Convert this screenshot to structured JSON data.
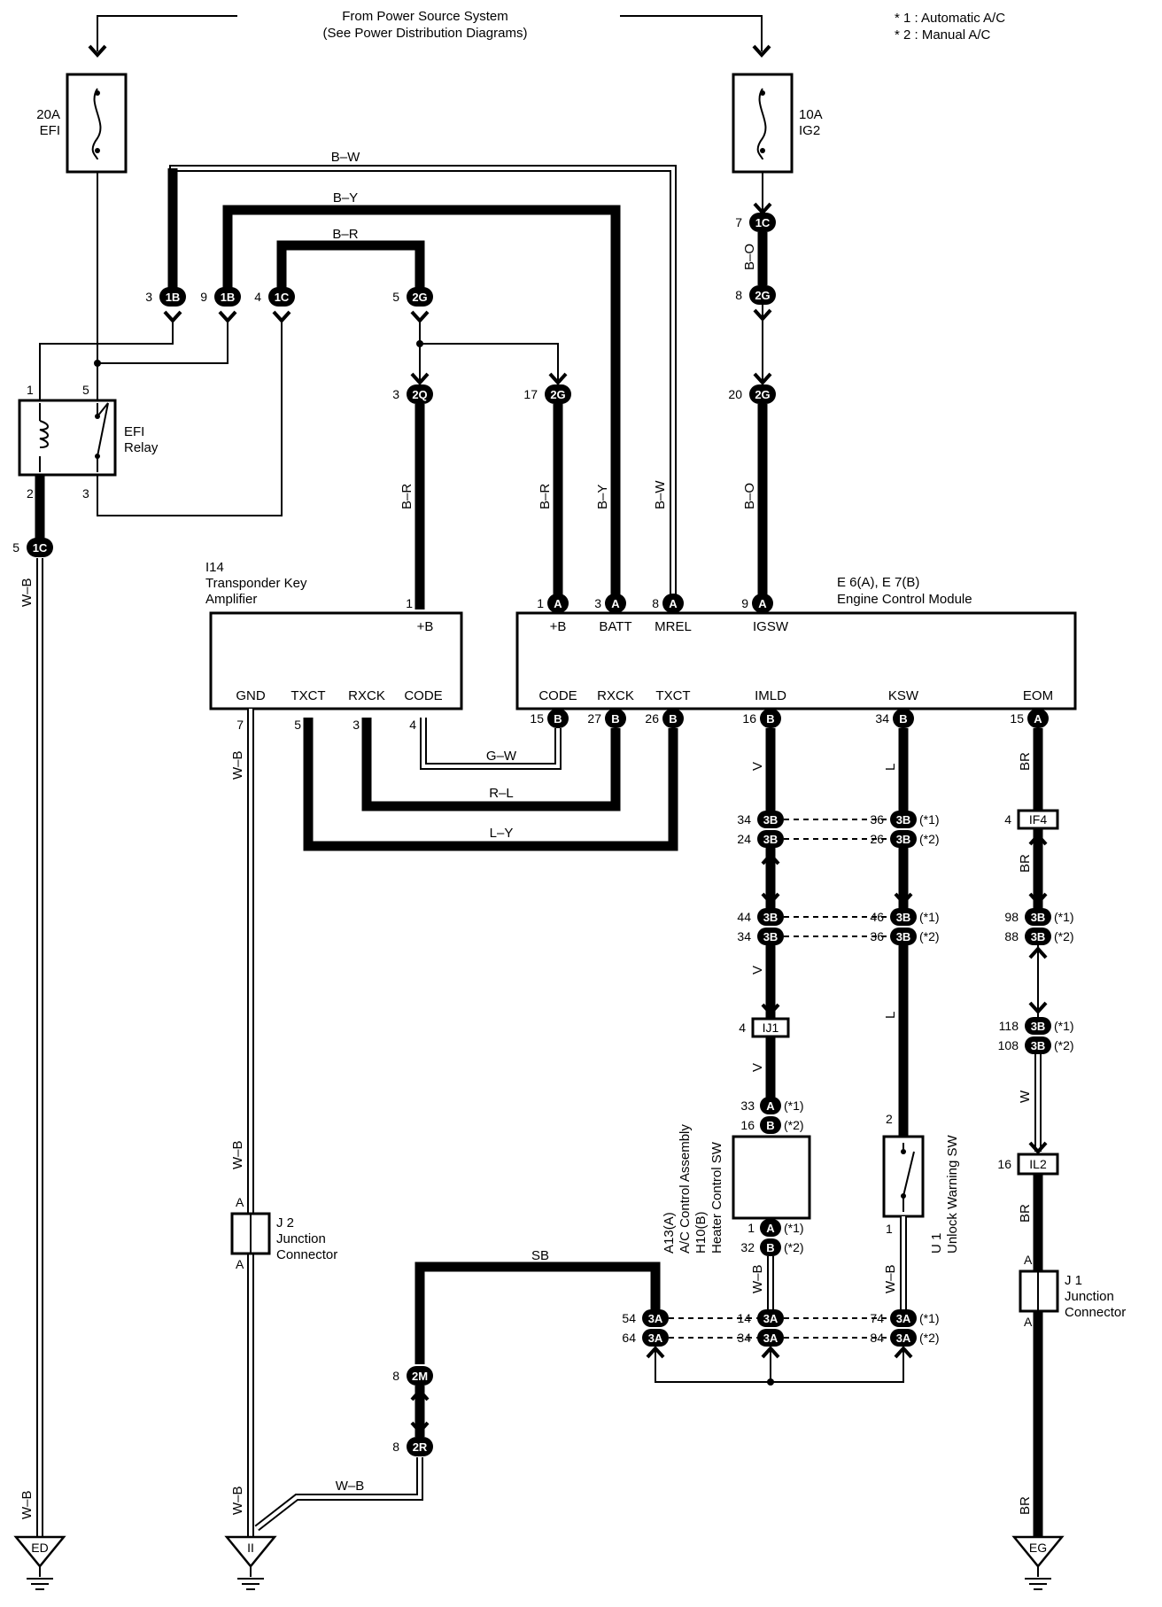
{
  "header": {
    "source_line1": "From Power Source System",
    "source_line2": "(See Power Distribution Diagrams)",
    "note1": "* 1 : Automatic A/C",
    "note2": "* 2 : Manual A/C"
  },
  "fuses": [
    {
      "amp": "20A",
      "name": "EFI"
    },
    {
      "amp": "10A",
      "name": "IG2"
    }
  ],
  "relay": {
    "name_line1": "EFI",
    "name_line2": "Relay",
    "pins": [
      "1",
      "5",
      "2",
      "3"
    ]
  },
  "amplifier": {
    "id": "I14",
    "name_line1": "Transponder Key",
    "name_line2": "Amplifier",
    "terminals": {
      "top": "+B",
      "gnd": "GND",
      "txct": "TXCT",
      "rxck": "RXCK",
      "code": "CODE"
    },
    "pins": {
      "b": "1",
      "gnd": "7",
      "txct": "5",
      "rxck": "3",
      "code": "4"
    }
  },
  "ecm": {
    "id": "E 6(A), E 7(B)",
    "name": "Engine Control Module",
    "top_terminals": [
      "+B",
      "BATT",
      "MREL",
      "IGSW"
    ],
    "top_pins": [
      "1",
      "3",
      "8",
      "9"
    ],
    "bottom_terminals": [
      "CODE",
      "RXCK",
      "TXCT",
      "IMLD",
      "KSW",
      "EOM"
    ],
    "bottom_pins": [
      "15",
      "27",
      "26",
      "16",
      "34",
      "15"
    ]
  },
  "wires": {
    "bw": "B–W",
    "by": "B–Y",
    "br": "B–R",
    "bo": "B–O",
    "wb": "W–B",
    "gw": "G–W",
    "rl": "R–L",
    "ly": "L–Y",
    "v": "V",
    "l": "L",
    "brn": "BR",
    "w": "W",
    "sb": "SB"
  },
  "connectors": {
    "c1B": "1B",
    "c1C": "1C",
    "c2G": "2G",
    "c2Q": "2Q",
    "cA": "A",
    "cB": "B",
    "c3B": "3B",
    "c3A": "3A",
    "cIF4": "IF4",
    "cIJ1": "IJ1",
    "cIL2": "IL2",
    "c2M": "2M",
    "c2R": "2R"
  },
  "pin_numbers": {
    "p3": "3",
    "p9": "9",
    "p4": "4",
    "p5": "5",
    "p7": "7",
    "p8": "8",
    "p17": "17",
    "p20": "20",
    "p34": "34",
    "p24": "24",
    "p36": "36",
    "p26": "26",
    "p44": "44",
    "p46": "46",
    "p98": "98",
    "p88": "88",
    "p118": "118",
    "p108": "108",
    "p33": "33",
    "p16": "16",
    "p1": "1",
    "p32": "32",
    "p2": "2",
    "p54": "54",
    "p64": "64",
    "p14": "14",
    "p74": "74",
    "p84": "84"
  },
  "marks": {
    "s1": "(*1)",
    "s2": "(*2)"
  },
  "ac_assembly": {
    "line1": "A13(A)",
    "line2": "A/C Control Assembly",
    "line3": "H10(B)",
    "line4": "Heater Control SW"
  },
  "unlock_sw": {
    "id": "U 1",
    "name": "Unlock Warning SW"
  },
  "junctions": [
    {
      "id": "J 2",
      "line1": "Junction",
      "line2": "Connector",
      "pin": "A"
    },
    {
      "id": "J 1",
      "line1": "Junction",
      "line2": "Connector",
      "pin": "A"
    }
  ],
  "grounds": [
    "ED",
    "II",
    "EG"
  ]
}
